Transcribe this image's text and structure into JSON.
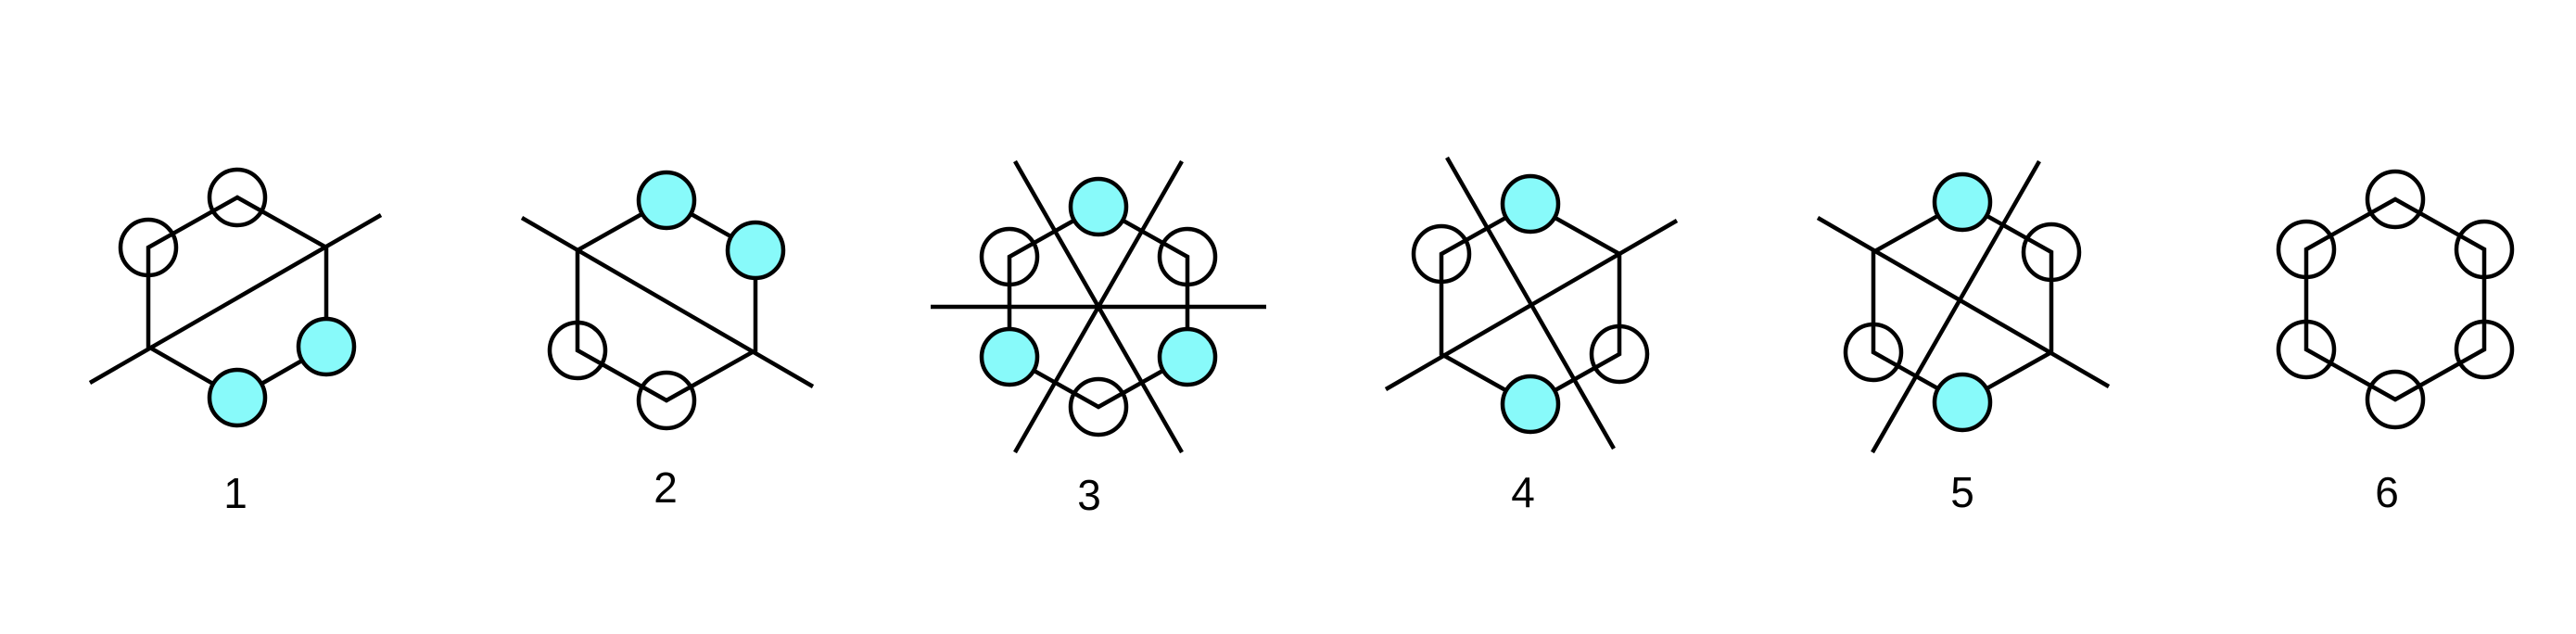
{
  "colors": {
    "line": "#000000",
    "filled_site": "#88fafa",
    "empty_site": "none",
    "background": "#ffffff"
  },
  "figures": [
    {
      "label": "1",
      "hexagon": "vertex-up",
      "sites": [
        {
          "position": "top",
          "filled": false
        },
        {
          "position": "upper-left",
          "filled": false
        },
        {
          "position": "lower-right",
          "filled": true
        },
        {
          "position": "bottom",
          "filled": true
        }
      ],
      "mirror_lines": 1
    },
    {
      "label": "2",
      "hexagon": "vertex-up",
      "sites": [
        {
          "position": "top",
          "filled": true
        },
        {
          "position": "upper-right",
          "filled": true
        },
        {
          "position": "lower-left",
          "filled": false
        },
        {
          "position": "bottom",
          "filled": false
        }
      ],
      "mirror_lines": 1
    },
    {
      "label": "3",
      "hexagon": "vertex-up",
      "sites": [
        {
          "position": "top",
          "filled": true
        },
        {
          "position": "upper-left",
          "filled": false
        },
        {
          "position": "upper-right",
          "filled": false
        },
        {
          "position": "lower-left",
          "filled": true
        },
        {
          "position": "lower-right",
          "filled": true
        },
        {
          "position": "bottom",
          "filled": false
        }
      ],
      "mirror_lines": 3
    },
    {
      "label": "4",
      "hexagon": "vertex-up",
      "sites": [
        {
          "position": "top",
          "filled": true
        },
        {
          "position": "upper-left",
          "filled": false
        },
        {
          "position": "lower-right",
          "filled": false
        },
        {
          "position": "bottom",
          "filled": true
        }
      ],
      "mirror_lines": 2
    },
    {
      "label": "5",
      "hexagon": "vertex-up",
      "sites": [
        {
          "position": "top",
          "filled": true
        },
        {
          "position": "upper-right",
          "filled": false
        },
        {
          "position": "lower-left",
          "filled": false
        },
        {
          "position": "bottom",
          "filled": true
        }
      ],
      "mirror_lines": 2
    },
    {
      "label": "6",
      "hexagon": "vertex-up",
      "sites": [
        {
          "position": "top",
          "filled": false
        },
        {
          "position": "upper-left",
          "filled": false
        },
        {
          "position": "upper-right",
          "filled": false
        },
        {
          "position": "lower-left",
          "filled": false
        },
        {
          "position": "lower-right",
          "filled": false
        },
        {
          "position": "bottom",
          "filled": false
        }
      ],
      "mirror_lines": 0
    }
  ]
}
